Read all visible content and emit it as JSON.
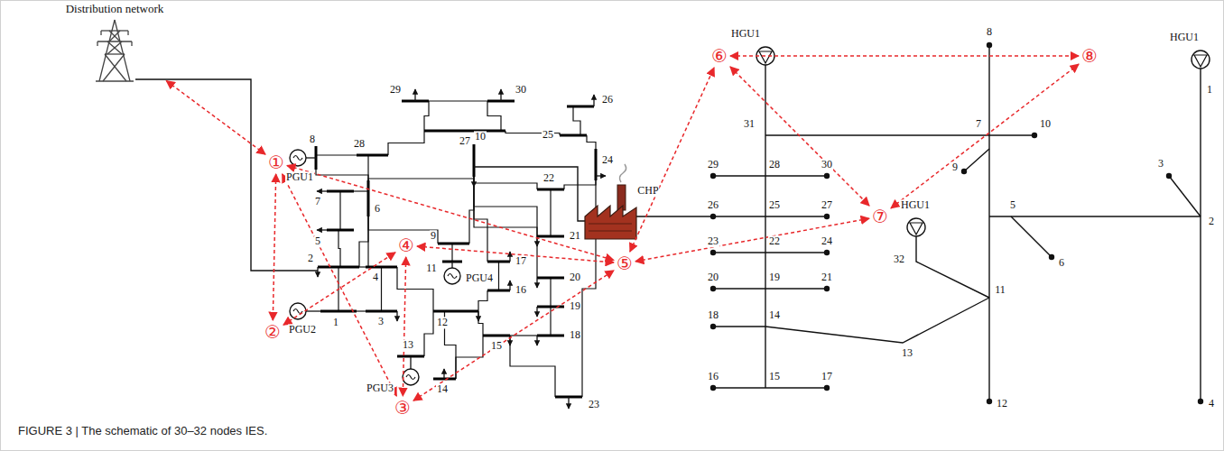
{
  "diagram": {
    "caption": "FIGURE 3 | The schematic of 30–32 nodes IES.",
    "nodes": [
      {
        "text": [
          "Distribution network"
        ]
      },
      {
        "text": [
          "①"
        ]
      },
      {
        "text": [
          "②"
        ]
      },
      {
        "text": [
          "③"
        ]
      },
      {
        "text": [
          "④"
        ]
      },
      {
        "text": [
          "⑤"
        ]
      },
      {
        "text": [
          "⑥"
        ]
      },
      {
        "text": [
          "⑦"
        ]
      },
      {
        "text": [
          "⑧"
        ]
      }
    ],
    "edges": [
      {
        "from": 0,
        "to": 1,
        "arrow": "both"
      },
      {
        "from": 1,
        "to": 2,
        "arrow": "both"
      },
      {
        "from": 1,
        "to": 3,
        "arrow": "both"
      },
      {
        "from": 1,
        "to": 5,
        "arrow": "both"
      },
      {
        "from": 2,
        "to": 4,
        "arrow": "both"
      },
      {
        "from": 4,
        "to": 3,
        "arrow": "both"
      },
      {
        "from": 4,
        "to": 5,
        "arrow": "both"
      },
      {
        "from": 3,
        "to": 5,
        "arrow": "both"
      },
      {
        "from": 5,
        "to": 6,
        "arrow": "both"
      },
      {
        "from": 5,
        "to": 7,
        "arrow": "both"
      },
      {
        "from": 6,
        "to": 7,
        "arrow": "both"
      },
      {
        "from": 6,
        "to": 8,
        "arrow": "both"
      },
      {
        "from": 7,
        "to": 8,
        "arrow": "both"
      }
    ],
    "labels": [
      "1",
      "2",
      "3",
      "4",
      "5",
      "6",
      "7",
      "8",
      "9",
      "10",
      "11",
      "12",
      "13",
      "14",
      "15",
      "16",
      "17",
      "18",
      "19",
      "20",
      "21",
      "22",
      "23",
      "24",
      "25",
      "26",
      "27",
      "28",
      "29",
      "30",
      "PGU1",
      "PGU2",
      "PGU3",
      "PGU4",
      "CHP",
      "1",
      "2",
      "3",
      "4",
      "5",
      "6",
      "7",
      "8",
      "9",
      "10",
      "11",
      "12",
      "13",
      "14",
      "15",
      "16",
      "17",
      "18",
      "19",
      "20",
      "21",
      "22",
      "23",
      "24",
      "25",
      "26",
      "27",
      "28",
      "29",
      "30",
      "31",
      "32",
      "HGU1",
      "HGU1",
      "HGU1"
    ]
  }
}
